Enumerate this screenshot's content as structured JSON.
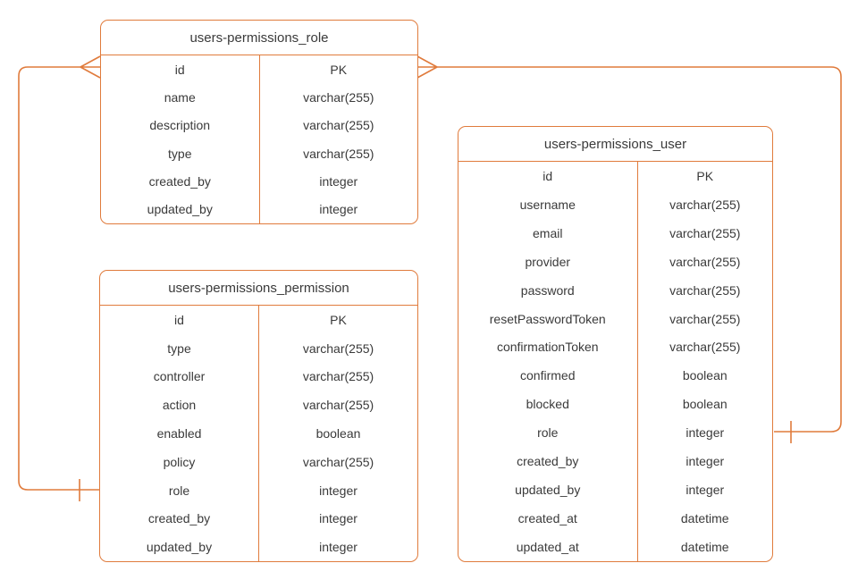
{
  "diagram": {
    "kind": "entity-relationship-diagram",
    "accent_color": "#E07B3C",
    "text_color": "#3A3A3A",
    "background_color": "#FFFFFF"
  },
  "tables": {
    "role": {
      "title": "users-permissions_role",
      "rows": [
        {
          "field": "id",
          "type": "PK"
        },
        {
          "field": "name",
          "type": "varchar(255)"
        },
        {
          "field": "description",
          "type": "varchar(255)"
        },
        {
          "field": "type",
          "type": "varchar(255)"
        },
        {
          "field": "created_by",
          "type": "integer"
        },
        {
          "field": "updated_by",
          "type": "integer"
        }
      ]
    },
    "permission": {
      "title": "users-permissions_permission",
      "rows": [
        {
          "field": "id",
          "type": "PK"
        },
        {
          "field": "type",
          "type": "varchar(255)"
        },
        {
          "field": "controller",
          "type": "varchar(255)"
        },
        {
          "field": "action",
          "type": "varchar(255)"
        },
        {
          "field": "enabled",
          "type": "boolean"
        },
        {
          "field": "policy",
          "type": "varchar(255)"
        },
        {
          "field": "role",
          "type": "integer"
        },
        {
          "field": "created_by",
          "type": "integer"
        },
        {
          "field": "updated_by",
          "type": "integer"
        }
      ]
    },
    "user": {
      "title": "users-permissions_user",
      "rows": [
        {
          "field": "id",
          "type": "PK"
        },
        {
          "field": "username",
          "type": "varchar(255)"
        },
        {
          "field": "email",
          "type": "varchar(255)"
        },
        {
          "field": "provider",
          "type": "varchar(255)"
        },
        {
          "field": "password",
          "type": "varchar(255)"
        },
        {
          "field": "resetPasswordToken",
          "type": "varchar(255)"
        },
        {
          "field": "confirmationToken",
          "type": "varchar(255)"
        },
        {
          "field": "confirmed",
          "type": "boolean"
        },
        {
          "field": "blocked",
          "type": "boolean"
        },
        {
          "field": "role",
          "type": "integer"
        },
        {
          "field": "created_by",
          "type": "integer"
        },
        {
          "field": "updated_by",
          "type": "integer"
        },
        {
          "field": "created_at",
          "type": "datetime"
        },
        {
          "field": "updated_at",
          "type": "datetime"
        }
      ]
    }
  },
  "relationships": [
    {
      "from_table": "users-permissions_permission",
      "from_field": "role",
      "from_cardinality": "one",
      "to_table": "users-permissions_role",
      "to_field": "id",
      "to_cardinality": "many"
    },
    {
      "from_table": "users-permissions_user",
      "from_field": "role",
      "from_cardinality": "one",
      "to_table": "users-permissions_role",
      "to_field": "id",
      "to_cardinality": "many"
    }
  ]
}
